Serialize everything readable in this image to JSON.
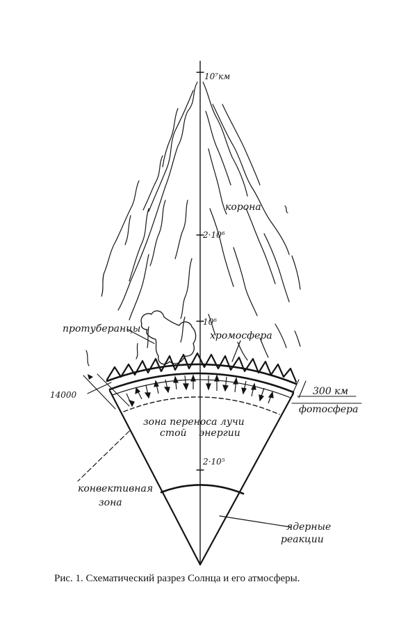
{
  "labels": {
    "scale_top": "10⁷км",
    "corona": "корона",
    "scale_2e6": "2·10⁶",
    "scale_1e6": "10⁶",
    "prominences": "протуберанцы",
    "chromosphere": "хромосфера",
    "depth_left": "14000",
    "depth_right": "300 км",
    "photosphere": "фотосфера",
    "radiative_zone_line1": "зона переноса лучи",
    "radiative_zone_line2": "стой    энергии",
    "scale_2e5": "2·10⁵",
    "convective_zone_line1": "конвективная",
    "convective_zone_line2": "зона",
    "nuclear_line1": "ядерные",
    "nuclear_line2": "реакции"
  },
  "caption": "Рис. 1. Схематический разрез Солнца и его атмосферы.",
  "colors": {
    "ink": "#141414",
    "paper": "#ffffff"
  }
}
